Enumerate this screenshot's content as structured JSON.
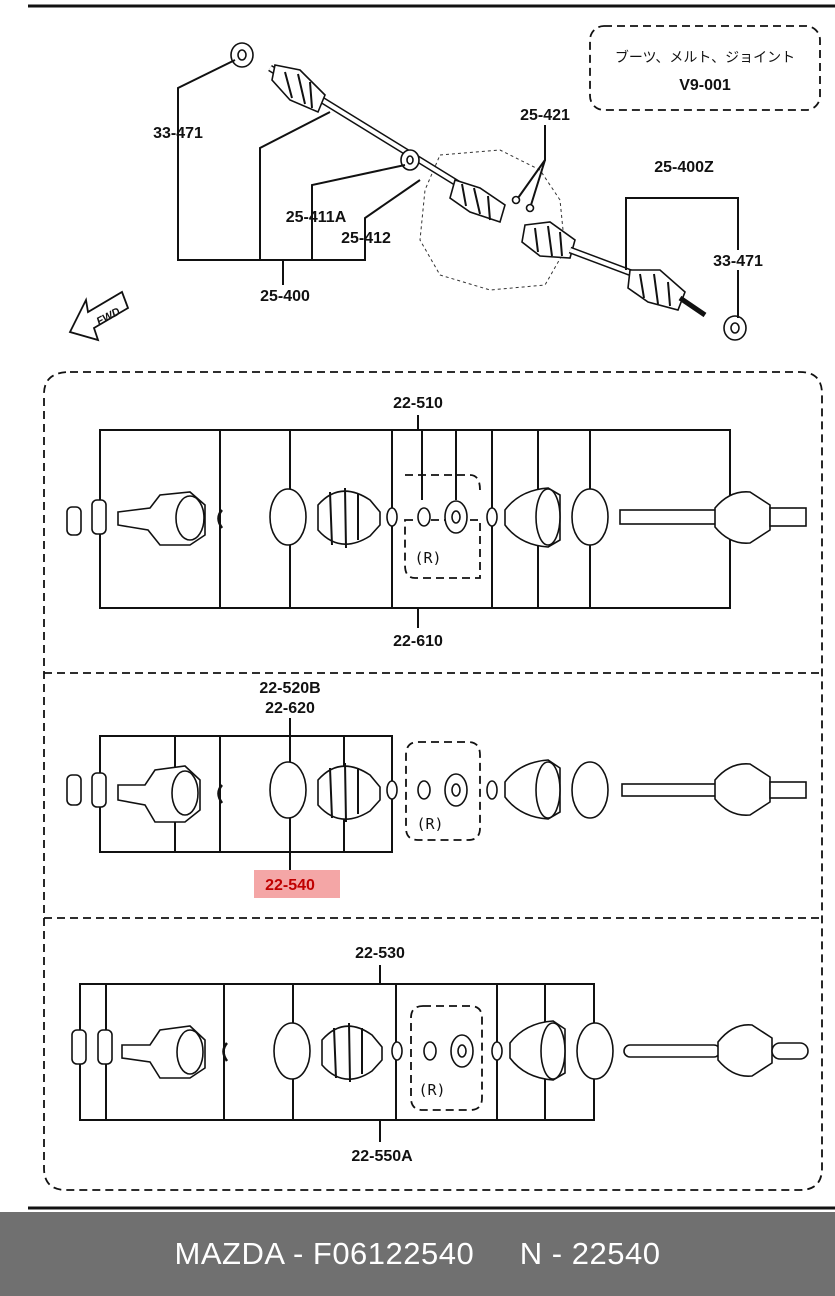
{
  "legend": {
    "japanese": "ブーツ、メルト、ジョイント",
    "code": "V9-001"
  },
  "top_labels": {
    "l33471_left": "33-471",
    "l25421": "25-421",
    "l25400z": "25-400Z",
    "l25411a": "25-411A",
    "l25412": "25-412",
    "l33471_right": "33-471",
    "l25400": "25-400",
    "fwd": "FWD"
  },
  "section1": {
    "top": "22-510",
    "bottom": "22-610",
    "r": "(R)"
  },
  "section2": {
    "top1": "22-520B",
    "top2": "22-620",
    "highlight": "22-540",
    "r": "(R)"
  },
  "section3": {
    "top": "22-530",
    "bottom": "22-550A",
    "r": "(R)"
  },
  "footer": {
    "text": "MAZDA - F06122540     N - 22540"
  },
  "colors": {
    "highlight": "#f4a6a6",
    "highlight_text": "#c00000",
    "footer_bg": "#707070"
  }
}
